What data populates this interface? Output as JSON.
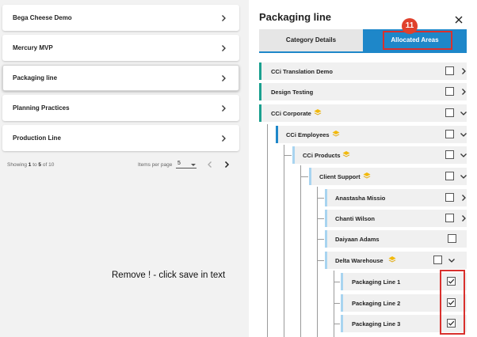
{
  "left_list": {
    "items": [
      {
        "label": "Bega Cheese Demo"
      },
      {
        "label": "Mercury MVP"
      },
      {
        "label": "Packaging line"
      },
      {
        "label": "Planning Practices"
      },
      {
        "label": "Production Line"
      }
    ],
    "selected_item": "Packaging line",
    "pagination": {
      "showing_prefix": "Showing",
      "from": "1",
      "to_word": "to",
      "to": "5",
      "of_word": "of",
      "total": "10",
      "items_per_page_label": "Items per page",
      "items_per_page_value": "5"
    }
  },
  "annotation_text": "Remove ! - click save in text",
  "panel": {
    "title": "Packaging line",
    "tabs": [
      {
        "label": "Category Details",
        "active": false
      },
      {
        "label": "Allocated Areas",
        "active": true
      }
    ],
    "step_badge": "11",
    "tree": [
      {
        "name": "CCi Translation Demo",
        "level": 0,
        "has_stack": false,
        "checked": false,
        "expand": "right"
      },
      {
        "name": "Design Testing",
        "level": 0,
        "has_stack": false,
        "checked": false,
        "expand": "right"
      },
      {
        "name": "CCi Corporate",
        "level": 0,
        "has_stack": true,
        "checked": false,
        "expand": "down"
      },
      {
        "name": "CCi Employees",
        "level": 1,
        "has_stack": true,
        "checked": false,
        "expand": "down"
      },
      {
        "name": "CCi Products",
        "level": 2,
        "has_stack": true,
        "checked": false,
        "expand": "down"
      },
      {
        "name": "Client Support",
        "level": 3,
        "has_stack": true,
        "checked": false,
        "expand": "down"
      },
      {
        "name": "Anastasha Missio",
        "level": 4,
        "has_stack": false,
        "checked": false,
        "expand": "right"
      },
      {
        "name": "Chanti Wilson",
        "level": 4,
        "has_stack": false,
        "checked": false,
        "expand": "right"
      },
      {
        "name": "Daiyaan Adams",
        "level": 4,
        "has_stack": false,
        "checked": false,
        "expand": "none"
      },
      {
        "name": "Delta Warehouse",
        "level": 4,
        "has_stack": true,
        "checked": false,
        "expand": "down"
      },
      {
        "name": "Packaging Line 1",
        "level": 5,
        "has_stack": false,
        "checked": true,
        "expand": "none"
      },
      {
        "name": "Packaging Line 2",
        "level": 5,
        "has_stack": false,
        "checked": true,
        "expand": "none"
      },
      {
        "name": "Packaging Line 3",
        "level": 5,
        "has_stack": false,
        "checked": true,
        "expand": "none"
      }
    ]
  },
  "colors": {
    "accent_blue": "#1e87c9",
    "level0_bar": "#1aa08f",
    "level1_bar": "#1e87c9",
    "deep_bar": "#a8d4f0",
    "stack_icon": "#f2b90c",
    "highlight_red": "#d9302d",
    "badge_red": "#e0412c"
  },
  "icons": [
    "chevron-right-icon",
    "chevron-down-icon",
    "close-icon",
    "layers-stack-icon",
    "checkbox-icon",
    "caret-down-icon"
  ]
}
